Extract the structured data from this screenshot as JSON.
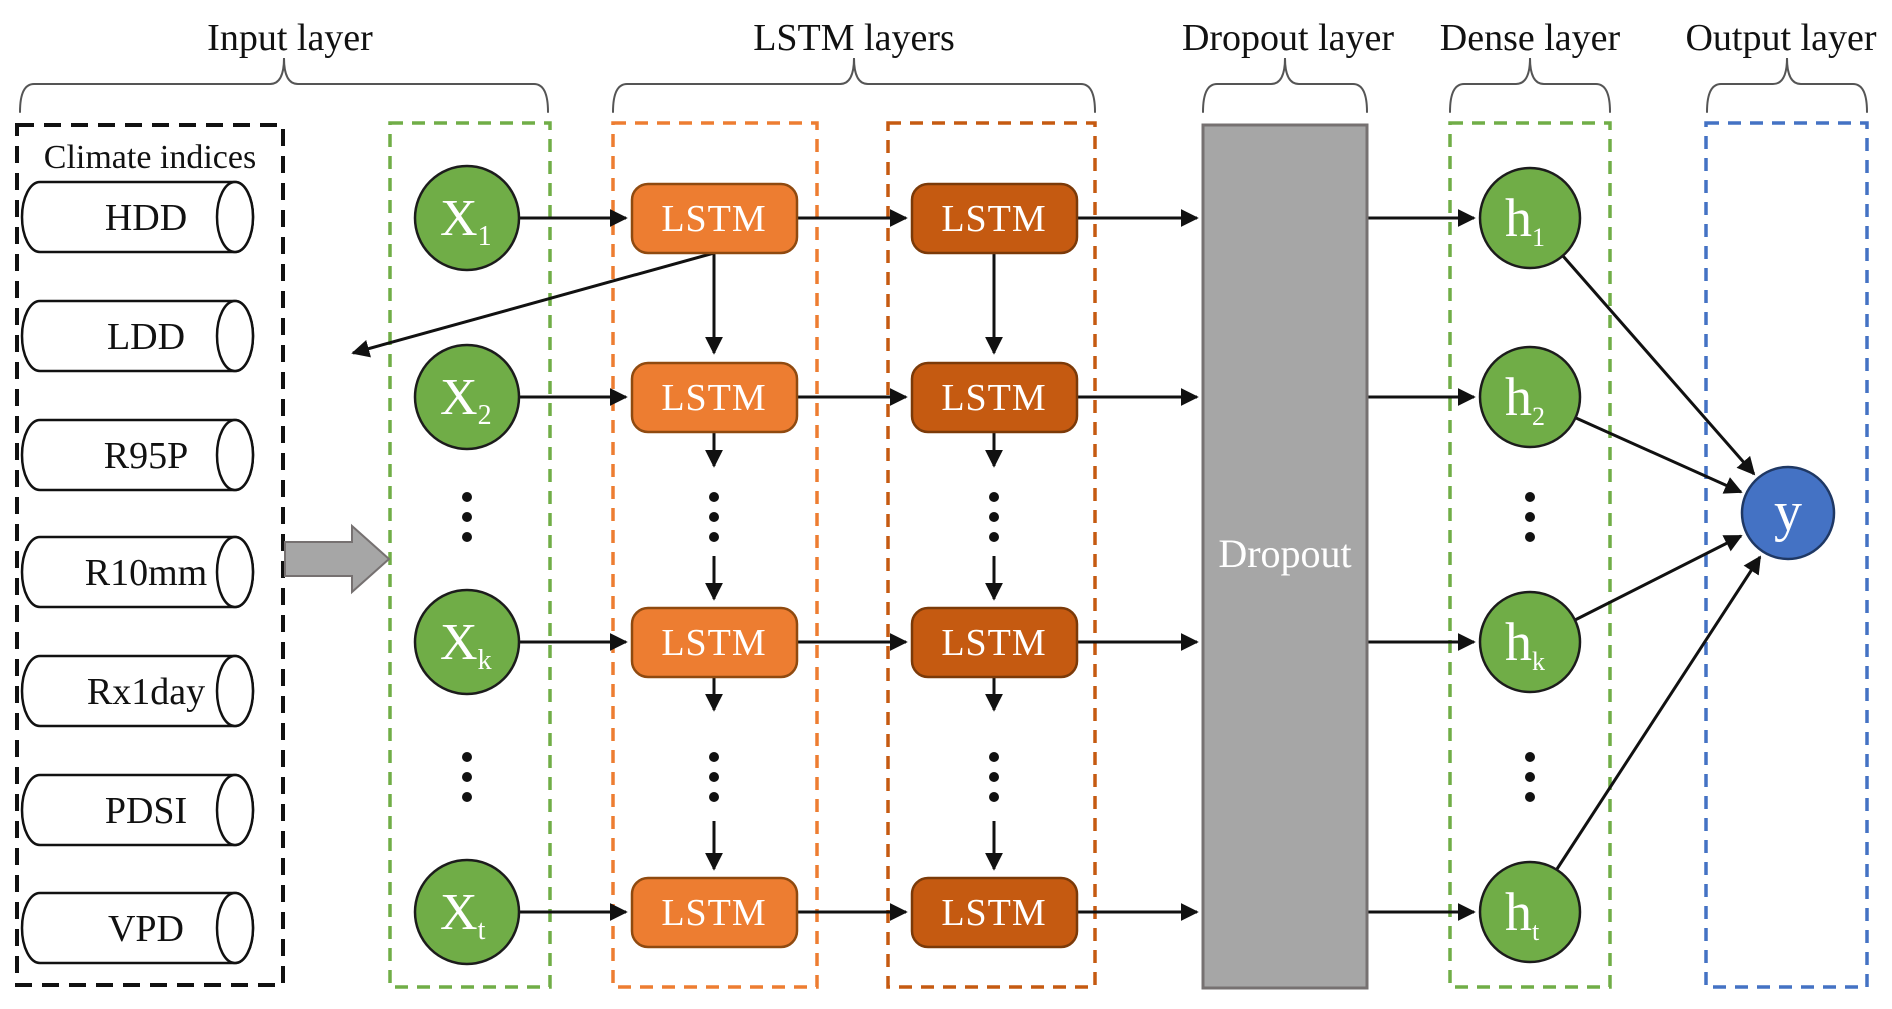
{
  "layer_labels": {
    "input": "Input layer",
    "lstm": "LSTM layers",
    "dropout": "Dropout layer",
    "dense": "Dense layer",
    "output": "Output layer"
  },
  "climate": {
    "title": "Climate indices",
    "indices": [
      "HDD",
      "LDD",
      "R95P",
      "R10mm",
      "Rx1day",
      "PDSI",
      "VPD"
    ]
  },
  "input_nodes": [
    {
      "main": "X",
      "sub": "1"
    },
    {
      "main": "X",
      "sub": "2"
    },
    {
      "main": "X",
      "sub": "k"
    },
    {
      "main": "X",
      "sub": "t"
    }
  ],
  "lstm_unit_label": "LSTM",
  "dropout_unit_label": "Dropout",
  "dense_nodes": [
    {
      "main": "h",
      "sub": "1"
    },
    {
      "main": "h",
      "sub": "2"
    },
    {
      "main": "h",
      "sub": "k"
    },
    {
      "main": "h",
      "sub": "t"
    }
  ],
  "output_node_label": "y",
  "colors": {
    "green": "#70AD47",
    "green_dark": "#507E32",
    "orange_light": "#ED7D31",
    "orange_light_border": "#8F4A10",
    "orange_dark": "#C55A11",
    "orange_dark_border": "#7B3A09",
    "gray": "#A6A6A6",
    "gray_border": "#767171",
    "blue": "#4472C4",
    "blue_border": "#1F3864"
  }
}
